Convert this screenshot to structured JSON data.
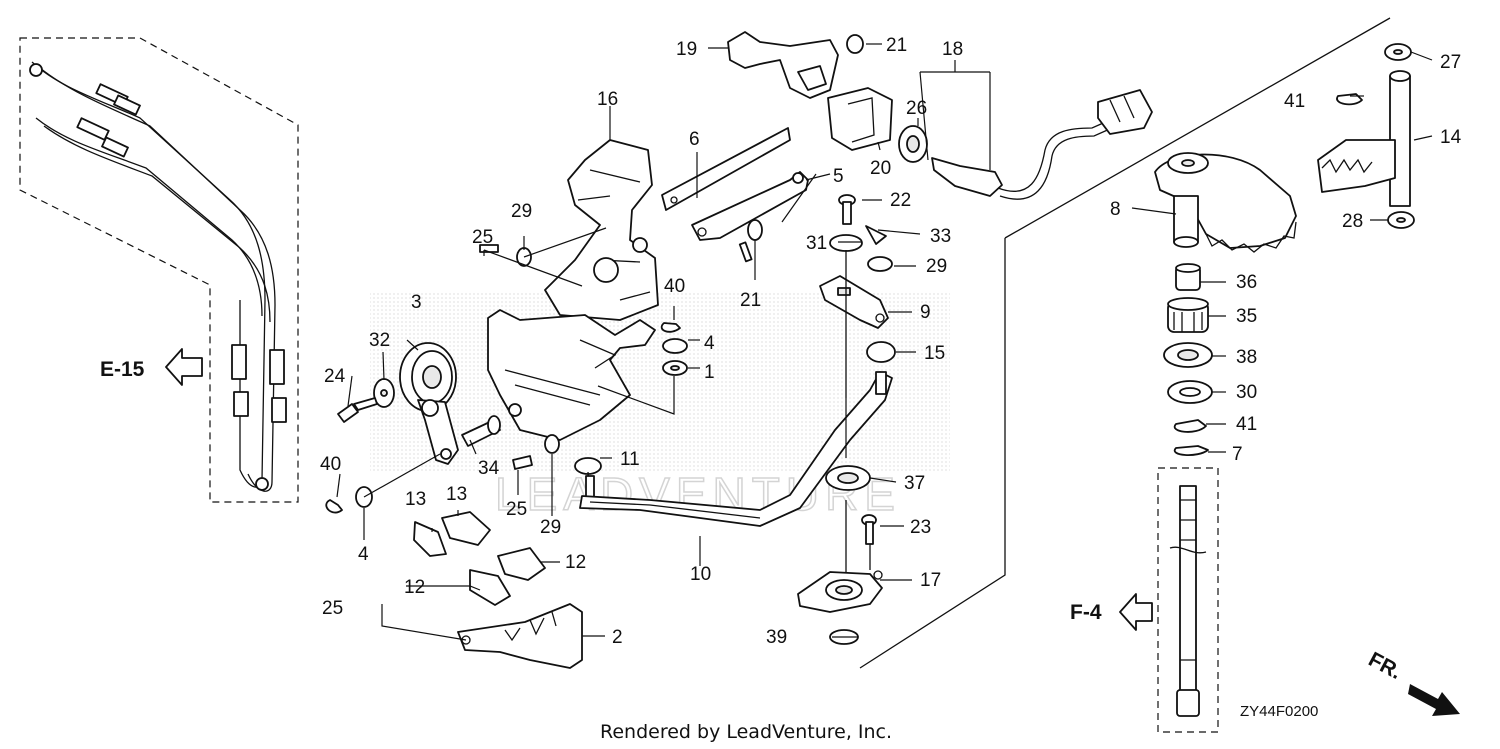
{
  "diagram": {
    "callouts": [
      {
        "id": "c1",
        "label": "1"
      },
      {
        "id": "c2",
        "label": "2"
      },
      {
        "id": "c3",
        "label": "3"
      },
      {
        "id": "c4a",
        "label": "4"
      },
      {
        "id": "c4b",
        "label": "4"
      },
      {
        "id": "c5",
        "label": "5"
      },
      {
        "id": "c6",
        "label": "6"
      },
      {
        "id": "c7",
        "label": "7"
      },
      {
        "id": "c8",
        "label": "8"
      },
      {
        "id": "c9",
        "label": "9"
      },
      {
        "id": "c10",
        "label": "10"
      },
      {
        "id": "c11",
        "label": "11"
      },
      {
        "id": "c12a",
        "label": "12"
      },
      {
        "id": "c12b",
        "label": "12"
      },
      {
        "id": "c13a",
        "label": "13"
      },
      {
        "id": "c13b",
        "label": "13"
      },
      {
        "id": "c14",
        "label": "14"
      },
      {
        "id": "c15",
        "label": "15"
      },
      {
        "id": "c16",
        "label": "16"
      },
      {
        "id": "c17",
        "label": "17"
      },
      {
        "id": "c18",
        "label": "18"
      },
      {
        "id": "c19",
        "label": "19"
      },
      {
        "id": "c20",
        "label": "20"
      },
      {
        "id": "c21a",
        "label": "21"
      },
      {
        "id": "c21b",
        "label": "21"
      },
      {
        "id": "c22",
        "label": "22"
      },
      {
        "id": "c23",
        "label": "23"
      },
      {
        "id": "c24",
        "label": "24"
      },
      {
        "id": "c25a",
        "label": "25"
      },
      {
        "id": "c25b",
        "label": "25"
      },
      {
        "id": "c25c",
        "label": "25"
      },
      {
        "id": "c26",
        "label": "26"
      },
      {
        "id": "c27",
        "label": "27"
      },
      {
        "id": "c28",
        "label": "28"
      },
      {
        "id": "c29a",
        "label": "29"
      },
      {
        "id": "c29b",
        "label": "29"
      },
      {
        "id": "c29c",
        "label": "29"
      },
      {
        "id": "c30",
        "label": "30"
      },
      {
        "id": "c31",
        "label": "31"
      },
      {
        "id": "c32",
        "label": "32"
      },
      {
        "id": "c33",
        "label": "33"
      },
      {
        "id": "c34",
        "label": "34"
      },
      {
        "id": "c35",
        "label": "35"
      },
      {
        "id": "c36",
        "label": "36"
      },
      {
        "id": "c37",
        "label": "37"
      },
      {
        "id": "c38",
        "label": "38"
      },
      {
        "id": "c39",
        "label": "39"
      },
      {
        "id": "c40a",
        "label": "40"
      },
      {
        "id": "c40b",
        "label": "40"
      },
      {
        "id": "c41a",
        "label": "41"
      },
      {
        "id": "c41b",
        "label": "41"
      }
    ],
    "references": {
      "e15": "E-15",
      "f4": "F-4",
      "front": "FR."
    },
    "diagram_code": "ZY44F0200",
    "footer": "Rendered by LeadVenture, Inc.",
    "watermark": "LEADVENTURE"
  }
}
